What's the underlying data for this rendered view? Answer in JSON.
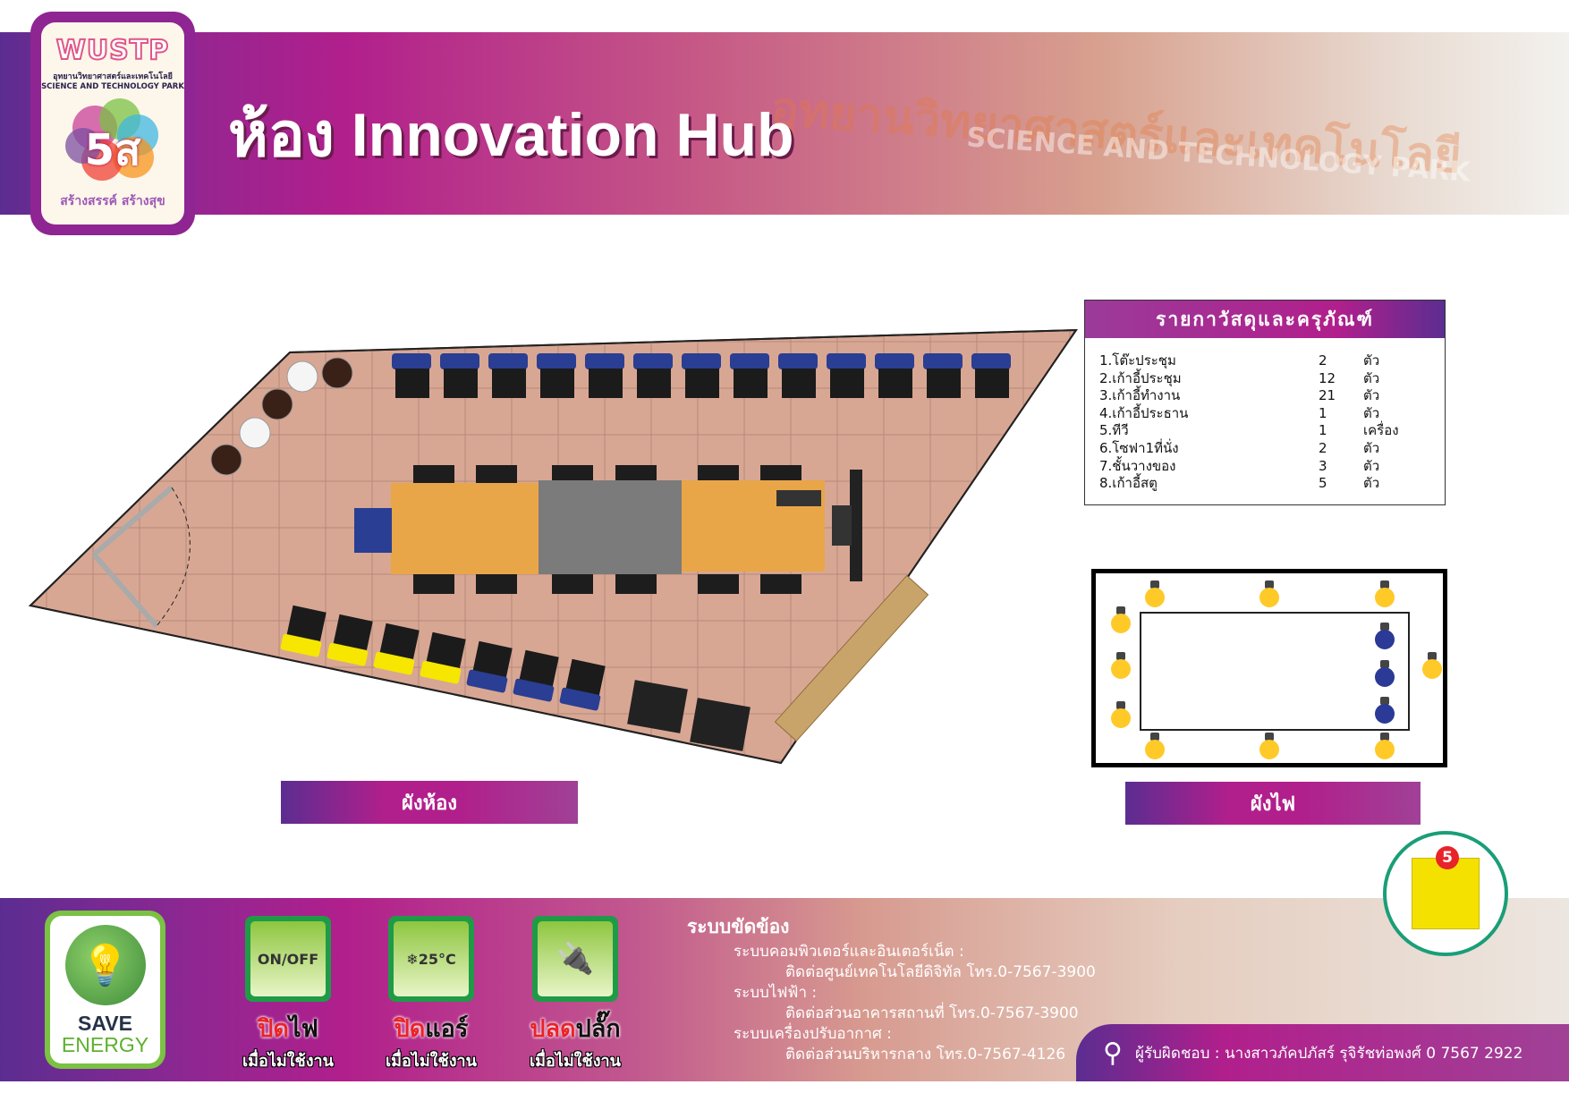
{
  "header": {
    "title": "ห้อง Innovation Hub",
    "watermark_th": "อุทยานวิทยาศาสตร์และเทคโนโลยี",
    "watermark_en": "SCIENCE AND TECHNOLOGY PARK"
  },
  "logo": {
    "brand": "WUSTP",
    "name_th": "อุทยานวิทยาศาสตร์และเทคโนโลยี",
    "name_en": "SCIENCE AND TECHNOLOGY PARK",
    "mark": "5ส",
    "slogan": "สร้างสรรค์ สร้างสุข"
  },
  "room_plan": {
    "label": "ผังห้อง"
  },
  "light_plan": {
    "label": "ผังไฟ"
  },
  "equipment": {
    "title": "รายกาวัสดุและครุภัณฑ์",
    "items": [
      {
        "name": "1.โต๊ะประชุม",
        "qty": "2",
        "unit": "ตัว"
      },
      {
        "name": "2.เก้าอี้ประชุม",
        "qty": "12",
        "unit": "ตัว"
      },
      {
        "name": "3.เก้าอี้ทำงาน",
        "qty": "21",
        "unit": "ตัว"
      },
      {
        "name": "4.เก้าอี้ประธาน",
        "qty": "1",
        "unit": "ตัว"
      },
      {
        "name": "5.ทีวี",
        "qty": "1",
        "unit": "เครื่อง"
      },
      {
        "name": "6.โซฟา1ที่นั่ง",
        "qty": "2",
        "unit": "ตัว"
      },
      {
        "name": "7.ชั้นวางของ",
        "qty": "3",
        "unit": "ตัว"
      },
      {
        "name": "8.เก้าอี้สตู",
        "qty": "5",
        "unit": "ตัว"
      }
    ]
  },
  "footer": {
    "save_energy": {
      "line1": "SAVE",
      "line2": "ENERGY"
    },
    "tips": [
      {
        "red": "ปิด",
        "black": "ไฟ",
        "sub": "เมื่อไม่ใช้งาน",
        "icon": "light-switch-icon",
        "pic": "ON/OFF"
      },
      {
        "red": "ปิด",
        "black": "แอร์",
        "sub": "เมื่อไม่ใช้งาน",
        "icon": "air-conditioner-icon",
        "pic": "❄25°C"
      },
      {
        "red": "ปลด",
        "black": "ปลั๊ก",
        "sub": "เมื่อไม่ใช้งาน",
        "icon": "power-plug-icon",
        "pic": "🔌"
      }
    ],
    "support": {
      "title": "ระบบขัดข้อง",
      "lines": [
        {
          "label": "ระบบคอมพิวเตอร์และอินเตอร์เน็ต :",
          "contact": "ติดต่อศูนย์เทคโนโลยีดิจิทัล โทร.0-7567-3900"
        },
        {
          "label": "ระบบไฟฟ้า :",
          "contact": "ติดต่อส่วนอาคารสถานที่ โทร.0-7567-3900"
        },
        {
          "label": "ระบบเครื่องปรับอากาศ :",
          "contact": "ติดต่อส่วนบริหารกลาง โทร.0-7567-4126"
        }
      ]
    },
    "responsible": "ผู้รับผิดชอบ : นางสาวภัคปภัสร์ รุจิรัชท่อพงศ์  0 7567 2922"
  },
  "colors": {
    "brand_purple": "#b11f8c",
    "deep_purple": "#5c2d91",
    "floor": "#d8a794",
    "bulb_on": "#ffc928",
    "bulb_blue": "#2b3a96"
  }
}
